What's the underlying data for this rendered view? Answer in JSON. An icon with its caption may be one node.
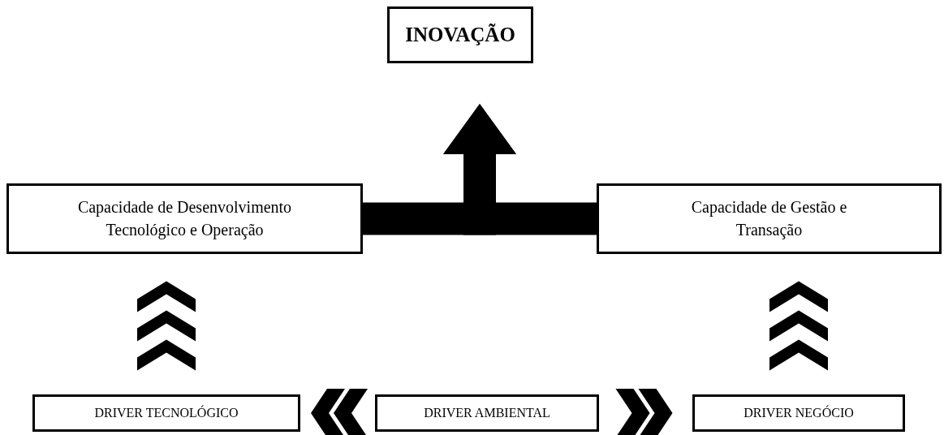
{
  "diagram": {
    "nodes": [
      {
        "text": [
          "INOVAÇÃO"
        ]
      },
      {
        "text": [
          "Capacidade de Desenvolvimento Tecnológico e Operação"
        ]
      },
      {
        "text": [
          "Capacidade de Gestão e Transação"
        ]
      },
      {
        "text": [
          "DRIVER TECNOLÓGICO"
        ]
      },
      {
        "text": [
          "DRIVER AMBIENTAL"
        ]
      },
      {
        "text": [
          "DRIVER NEGÓCIO"
        ]
      }
    ],
    "edges": [
      {
        "from": 1,
        "to": 0,
        "arrow": "to"
      },
      {
        "from": 2,
        "to": 0,
        "arrow": "to"
      },
      {
        "from": 3,
        "to": 1,
        "arrow": "to"
      },
      {
        "from": 5,
        "to": 2,
        "arrow": "to"
      },
      {
        "from": 4,
        "to": 3,
        "arrow": "to"
      },
      {
        "from": 4,
        "to": 5,
        "arrow": "to"
      }
    ]
  }
}
